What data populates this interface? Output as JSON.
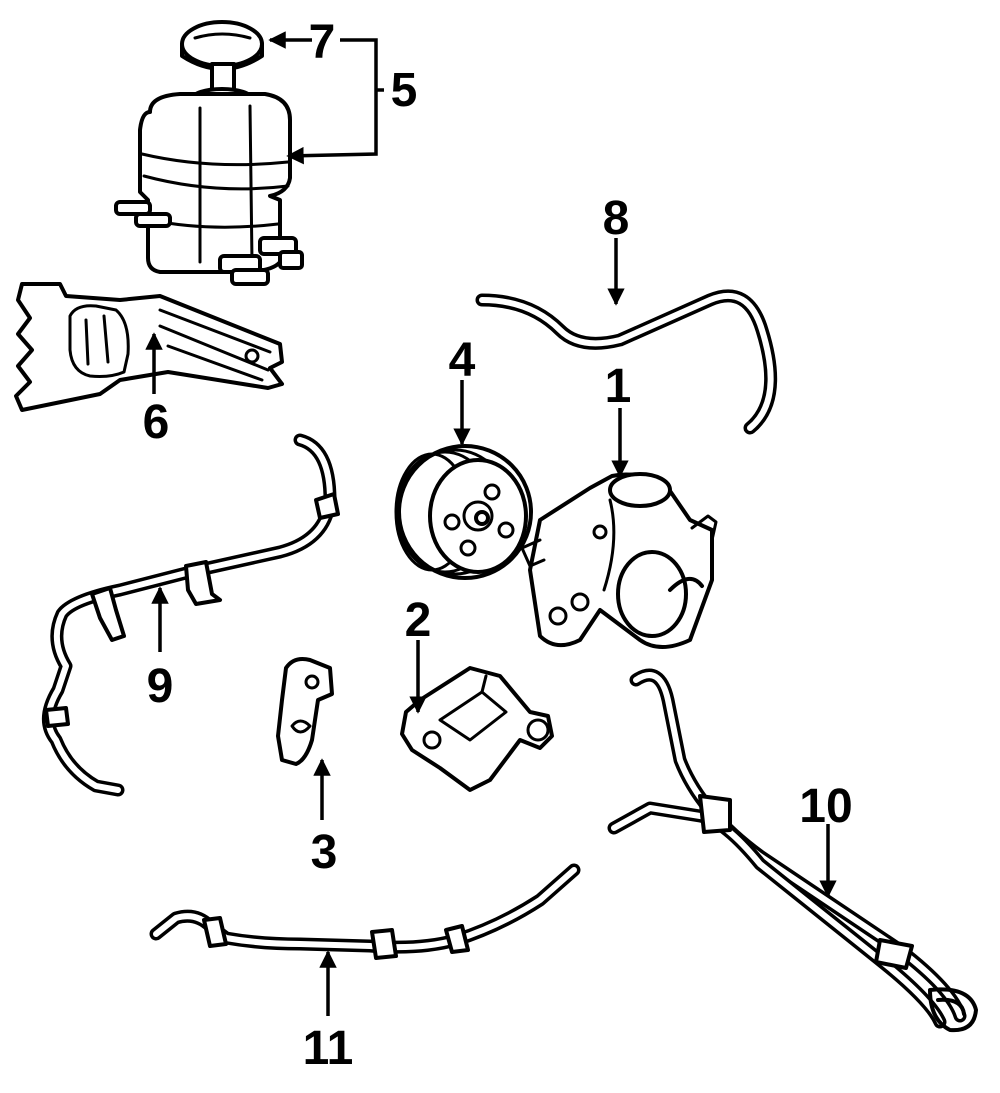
{
  "callouts": {
    "p1": "1",
    "p2": "2",
    "p3": "3",
    "p4": "4",
    "p5": "5",
    "p6": "6",
    "p7": "7",
    "p8": "8",
    "p9": "9",
    "p10": "10",
    "p11": "11"
  }
}
